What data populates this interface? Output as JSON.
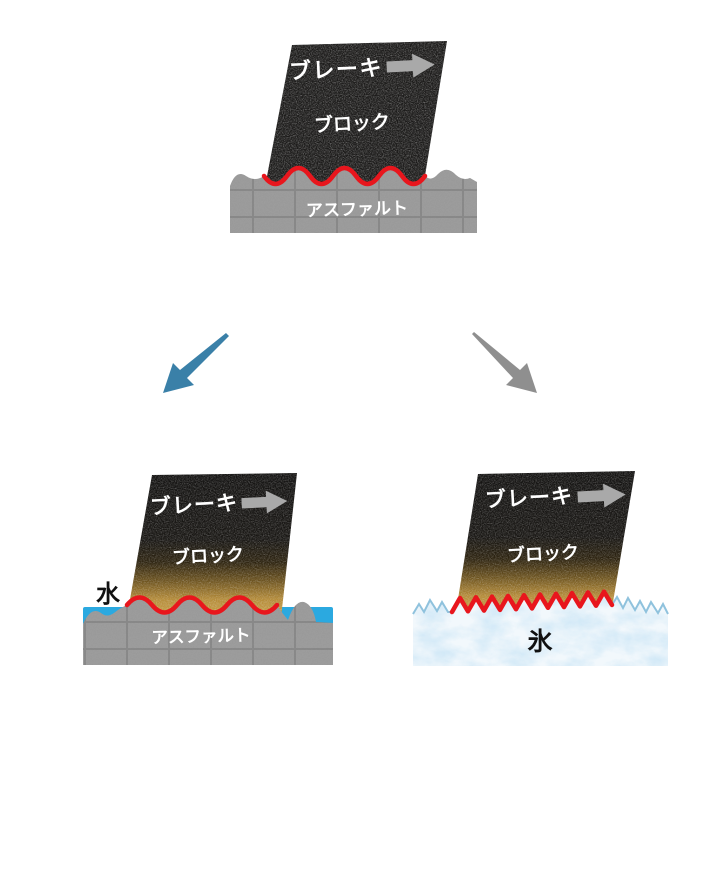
{
  "colors": {
    "block_black": "#1c1b1a",
    "contact_red": "#e8161d",
    "asphalt_gray": "#9d9d9d",
    "asphalt_grout": "#767676",
    "water_blue": "#2BA9E0",
    "ice_white": "#f2f8fc",
    "ice_outline": "#8fc2dd",
    "arrow_blue": "#3a80a8",
    "arrow_gray": "#8f8f8f",
    "brake_arrow_gray": "#a9a9a9",
    "label_white": "#ffffff",
    "label_black": "#111111"
  },
  "top_diagram": {
    "brake_label": "ブレーキ",
    "block_label": "ブロック",
    "surface_label": "アスファルト"
  },
  "bottom_left_diagram": {
    "brake_label": "ブレーキ",
    "block_label": "ブロック",
    "water_label": "水",
    "surface_label": "アスファルト"
  },
  "bottom_right_diagram": {
    "brake_label": "ブレーキ",
    "block_label": "ブロック",
    "surface_label": "氷"
  }
}
